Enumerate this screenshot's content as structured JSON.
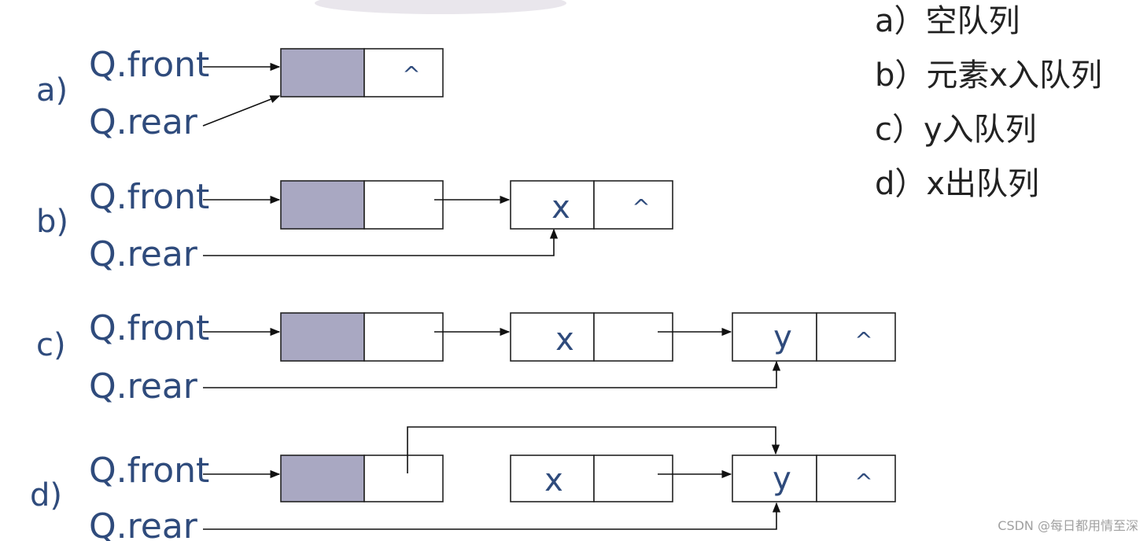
{
  "diagram_title": "",
  "legend": [
    {
      "key": "a",
      "text": "a）空队列"
    },
    {
      "key": "b",
      "text": "b）元素x入队列"
    },
    {
      "key": "c",
      "text": "c）y入队列"
    },
    {
      "key": "d",
      "text": "d）x出队列"
    }
  ],
  "rows": [
    {
      "id": "a",
      "label": "a)",
      "front": "Q.front",
      "rear": "Q.rear"
    },
    {
      "id": "b",
      "label": "b)",
      "front": "Q.front",
      "rear": "Q.rear"
    },
    {
      "id": "c",
      "label": "c)",
      "front": "Q.front",
      "rear": "Q.rear"
    },
    {
      "id": "d",
      "label": "d)",
      "front": "Q.front",
      "rear": "Q.rear"
    }
  ],
  "nodes": {
    "x": "x",
    "y": "y",
    "null": "^"
  },
  "watermark": "CSDN @每日都用情至深"
}
